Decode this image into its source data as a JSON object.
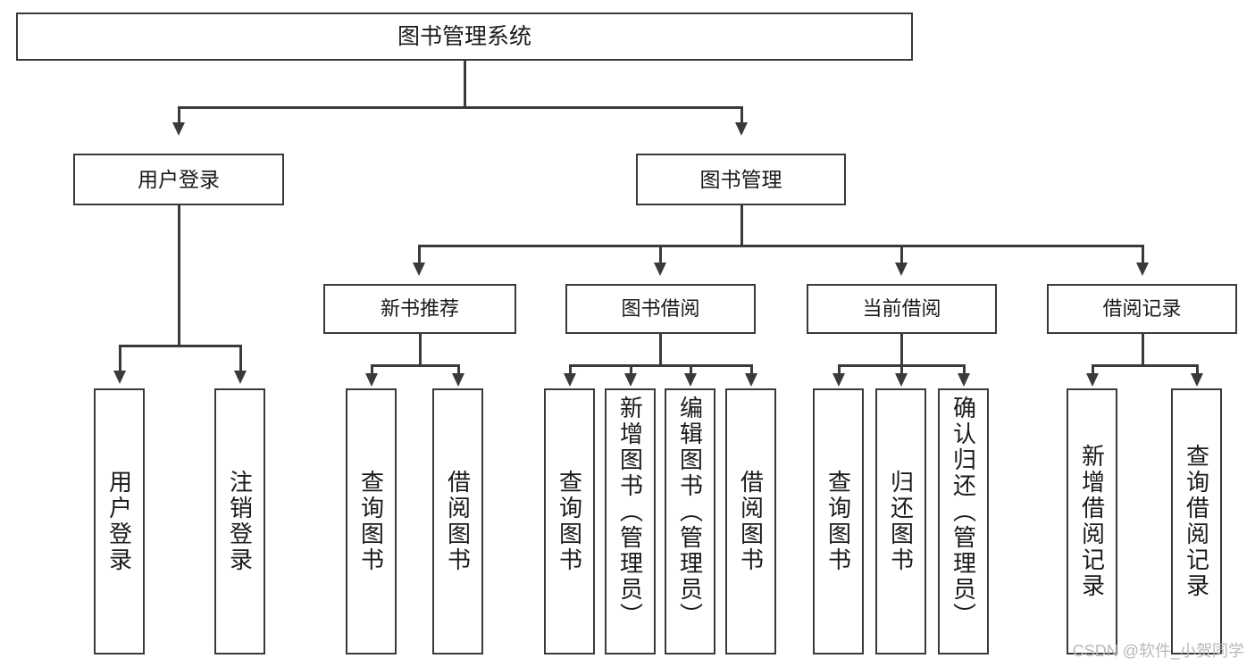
{
  "diagram": {
    "type": "tree",
    "title": "图书管理系统",
    "style": {
      "box_border_color": "#3a3a3a",
      "box_fill_color": "#ffffff",
      "connector_color": "#3a3a3a",
      "background_color": "#ffffff",
      "text_color": "#1a1a1a"
    },
    "root": {
      "label": "图书管理系统"
    },
    "level2": [
      {
        "label": "用户登录"
      },
      {
        "label": "图书管理"
      }
    ],
    "level3": [
      {
        "label": "新书推荐"
      },
      {
        "label": "图书借阅"
      },
      {
        "label": "当前借阅"
      },
      {
        "label": "借阅记录"
      }
    ],
    "leaves": {
      "user_login": [
        {
          "label": "用户登录"
        },
        {
          "label": "注销登录"
        }
      ],
      "new_book_recommend": [
        {
          "label": "查询图书"
        },
        {
          "label": "借阅图书"
        }
      ],
      "book_borrow": [
        {
          "label": "查询图书"
        },
        {
          "label": "新增图书（管理员）"
        },
        {
          "label": "编辑图书（管理员）"
        },
        {
          "label": "借阅图书"
        }
      ],
      "current_borrow": [
        {
          "label": "查询图书"
        },
        {
          "label": "归还图书"
        },
        {
          "label": "确认归还（管理员）"
        }
      ],
      "borrow_record": [
        {
          "label": "新增借阅记录"
        },
        {
          "label": "查询借阅记录"
        }
      ]
    }
  },
  "watermark": {
    "text": "CSDN @软件_小贺同学"
  }
}
